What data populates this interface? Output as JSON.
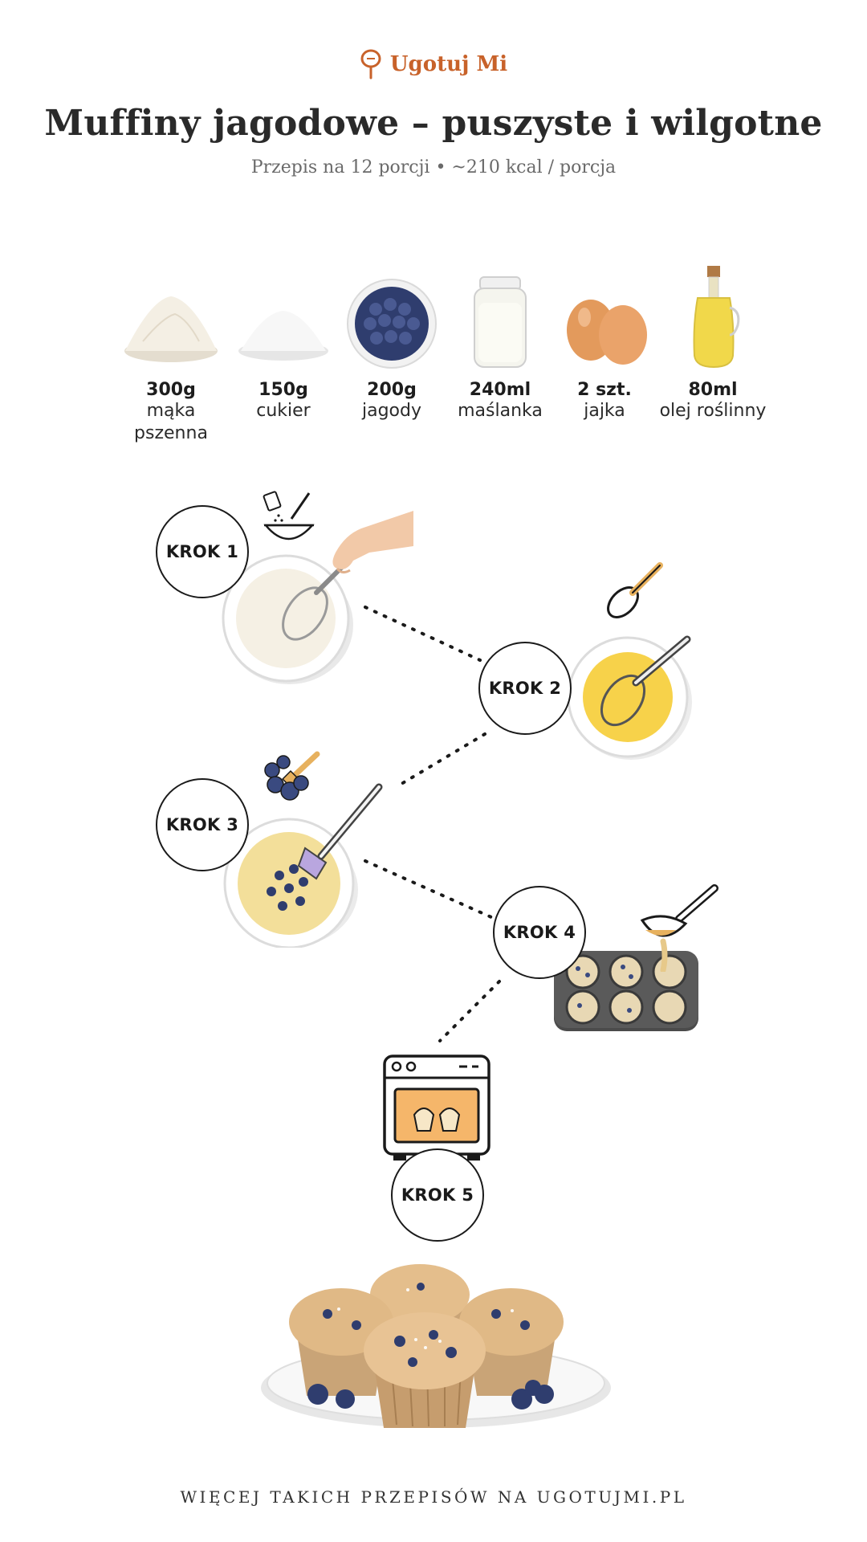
{
  "brand": {
    "name": "Ugotuj Mi"
  },
  "recipe": {
    "title": "Muffiny jagodowe – puszyste i wilgotne",
    "subtitle": "Przepis na 12 porcji • ~210 kcal / porcja"
  },
  "ingredients": [
    {
      "qty": "300g",
      "name": "mąka pszenna"
    },
    {
      "qty": "150g",
      "name": "cukier"
    },
    {
      "qty": "200g",
      "name": "jagody"
    },
    {
      "qty": "240ml",
      "name": "maślanka"
    },
    {
      "qty": "2 szt.",
      "name": "jajka"
    },
    {
      "qty": "80ml",
      "name": "olej roślinny"
    }
  ],
  "steps": [
    {
      "label": "KROK 1"
    },
    {
      "label": "KROK 2"
    },
    {
      "label": "KROK 3"
    },
    {
      "label": "KROK 4"
    },
    {
      "label": "KROK 5"
    }
  ],
  "footer": {
    "text": "WIĘCEJ TAKICH PRZEPISÓW NA UGOTUJMI.PL"
  },
  "colors": {
    "brand": "#c8622a",
    "title": "#2a2a2a",
    "subtitle": "#6a6a6a",
    "blueberry": "#3a4a80",
    "batter": "#f3df9a",
    "egg_yolk": "#f7d24a"
  },
  "icons": [
    "whisk-pin-icon",
    "flour-bowl-icon",
    "whisk-icon",
    "blueberry-spatula-icon",
    "ladle-icon",
    "oven-icon"
  ]
}
